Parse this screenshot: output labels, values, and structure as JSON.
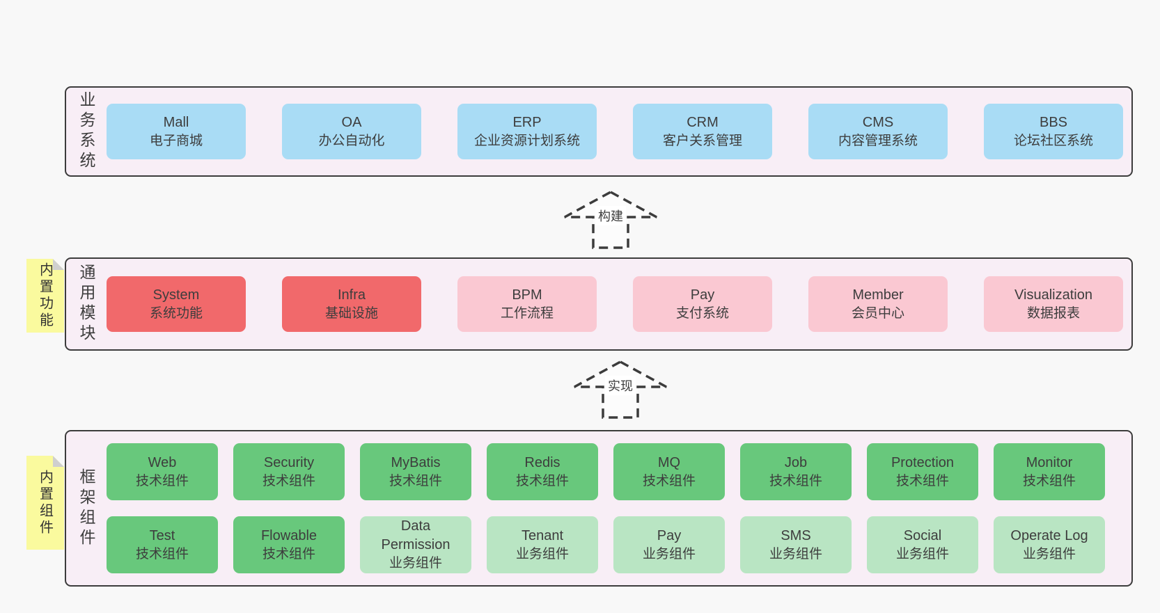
{
  "colors": {
    "page_bg": "#f8f8f8",
    "panel_bg": "#f8eef6",
    "panel_border": "#3c3c3c",
    "text": "#3d3d3d",
    "blue": "#a9dcf5",
    "red": "#f1696b",
    "pink": "#fac8d2",
    "green": "#68c87c",
    "lightgreen": "#b9e5c3",
    "note_bg": "#fafa9e",
    "note_fold": "#cfcfcf",
    "arrow_stroke": "#3c3c3c"
  },
  "layers": [
    {
      "id": "business-systems",
      "side_label": "业务系统",
      "note": null,
      "box_rows": [
        [
          {
            "name": "Mall",
            "desc": "电子商城",
            "variant": "blue"
          },
          {
            "name": "OA",
            "desc": "办公自动化",
            "variant": "blue"
          },
          {
            "name": "ERP",
            "desc": "企业资源计划系统",
            "variant": "blue"
          },
          {
            "name": "CRM",
            "desc": "客户关系管理",
            "variant": "blue"
          },
          {
            "name": "CMS",
            "desc": "内容管理系统",
            "variant": "blue"
          },
          {
            "name": "BBS",
            "desc": "论坛社区系统",
            "variant": "blue"
          }
        ]
      ]
    },
    {
      "id": "common-modules",
      "side_label": "通用模块",
      "note": "内置功能",
      "box_rows": [
        [
          {
            "name": "System",
            "desc": "系统功能",
            "variant": "red"
          },
          {
            "name": "Infra",
            "desc": "基础设施",
            "variant": "red"
          },
          {
            "name": "BPM",
            "desc": "工作流程",
            "variant": "pink"
          },
          {
            "name": "Pay",
            "desc": "支付系统",
            "variant": "pink"
          },
          {
            "name": "Member",
            "desc": "会员中心",
            "variant": "pink"
          },
          {
            "name": "Visualization",
            "desc": "数据报表",
            "variant": "pink"
          }
        ]
      ]
    },
    {
      "id": "framework-components",
      "side_label": "框架组件",
      "note": "内置组件",
      "box_rows": [
        [
          {
            "name": "Web",
            "desc": "技术组件",
            "variant": "green"
          },
          {
            "name": "Security",
            "desc": "技术组件",
            "variant": "green"
          },
          {
            "name": "MyBatis",
            "desc": "技术组件",
            "variant": "green"
          },
          {
            "name": "Redis",
            "desc": "技术组件",
            "variant": "green"
          },
          {
            "name": "MQ",
            "desc": "技术组件",
            "variant": "green"
          },
          {
            "name": "Job",
            "desc": "技术组件",
            "variant": "green"
          },
          {
            "name": "Protection",
            "desc": "技术组件",
            "variant": "green"
          },
          {
            "name": "Monitor",
            "desc": "技术组件",
            "variant": "green"
          }
        ],
        [
          {
            "name": "Test",
            "desc": "技术组件",
            "variant": "green"
          },
          {
            "name": "Flowable",
            "desc": "技术组件",
            "variant": "green"
          },
          {
            "name": "Data Permission",
            "desc": "业务组件",
            "variant": "lightgreen"
          },
          {
            "name": "Tenant",
            "desc": "业务组件",
            "variant": "lightgreen"
          },
          {
            "name": "Pay",
            "desc": "业务组件",
            "variant": "lightgreen"
          },
          {
            "name": "SMS",
            "desc": "业务组件",
            "variant": "lightgreen"
          },
          {
            "name": "Social",
            "desc": "业务组件",
            "variant": "lightgreen"
          },
          {
            "name": "Operate Log",
            "desc": "业务组件",
            "variant": "lightgreen"
          }
        ]
      ]
    }
  ],
  "arrows": [
    {
      "label": "构建"
    },
    {
      "label": "实现"
    }
  ]
}
